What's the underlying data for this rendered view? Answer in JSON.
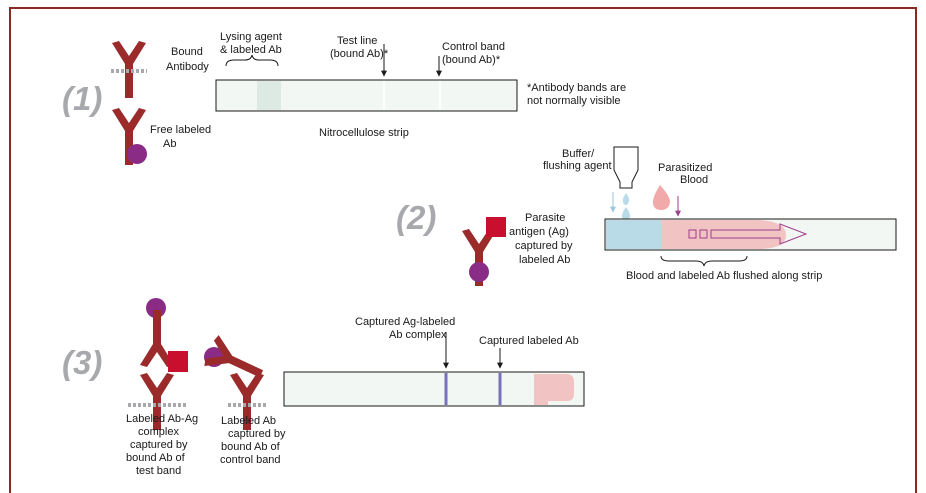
{
  "colors": {
    "frame": "#8b2a22",
    "antibody": "#9b2a2a",
    "label_dot": "#8a2b86",
    "antigen": "#c8102e",
    "strip_fill": "#f3f7f3",
    "lysing_pad": "#dde9e3",
    "buffer_blue": "#b9dbe8",
    "blood_pink": "#f2c3c3",
    "band_purple": "#7a72b8",
    "arrow_purple": "#9d3e8e"
  },
  "step1": {
    "number": "(1)",
    "bound_label": [
      "Bound",
      "Antibody"
    ],
    "free_label": [
      "Free labeled",
      "Ab"
    ],
    "lysing_label": [
      "Lysing agent",
      "& labeled Ab"
    ],
    "test_line_label": [
      "Test line",
      "(bound Ab)*"
    ],
    "control_band_label": [
      "Control band",
      "(bound Ab)*"
    ],
    "footnote": [
      "*Antibody bands are",
      "not normally visible"
    ],
    "strip_label": "Nitrocellulose strip"
  },
  "step2": {
    "number": "(2)",
    "buffer_label": [
      "Buffer/",
      "flushing agent"
    ],
    "blood_label": [
      "Parasitized",
      "Blood"
    ],
    "antigen_label": [
      "Parasite",
      "antigen (Ag)",
      "captured by",
      "labeled Ab"
    ],
    "flow_label": "Blood and labeled Ab flushed along strip"
  },
  "step3": {
    "number": "(3)",
    "complex_label": [
      "Captured Ag-labeled",
      "Ab complex"
    ],
    "captured_label": "Captured labeled Ab",
    "test_capture_label": [
      "Labeled Ab-Ag",
      "complex",
      "captured by",
      "bound Ab of",
      "test band"
    ],
    "control_capture_label": [
      "Labeled Ab",
      "captured by",
      "bound Ab of",
      "control band"
    ]
  }
}
